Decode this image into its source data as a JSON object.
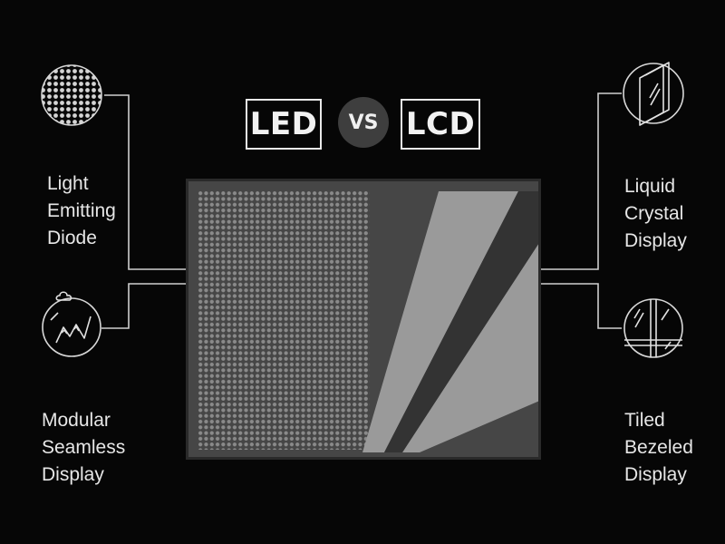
{
  "header": {
    "led_label": "LED",
    "vs_label": "VS",
    "lcd_label": "LCD"
  },
  "left": {
    "top_feature": [
      "Light",
      "Emitting",
      "Diode"
    ],
    "bottom_feature": [
      "Modular",
      "Seamless",
      "Display"
    ],
    "top_icon": "dot-matrix-icon",
    "bottom_icon": "mountain-seamless-icon"
  },
  "right": {
    "top_feature": [
      "Liquid",
      "Crystal",
      "Display"
    ],
    "bottom_feature": [
      "Tiled",
      "Bezeled",
      "Display"
    ],
    "top_icon": "glass-panel-icon",
    "bottom_icon": "tiled-bezel-icon"
  },
  "colors": {
    "background": "#060606",
    "foreground": "#e8e8e8",
    "screen": "#464646",
    "led_dot": "#8a8a8a",
    "lcd_light": "#9a9a9a"
  }
}
